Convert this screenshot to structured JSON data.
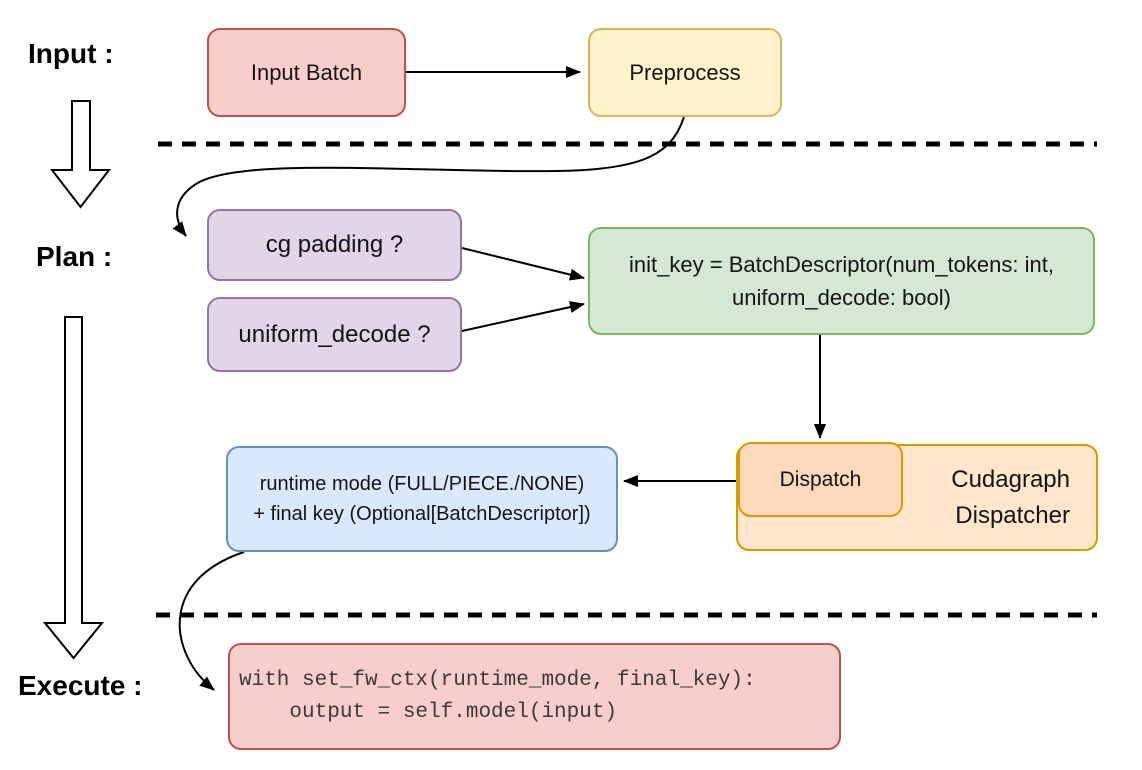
{
  "diagram": {
    "stage_labels": {
      "input": "Input :",
      "plan": "Plan :",
      "execute": "Execute :"
    },
    "nodes": {
      "input_batch": {
        "label": "Input Batch",
        "fill": "#f8cecc",
        "stroke": "#b85450"
      },
      "preprocess": {
        "label": "Preprocess",
        "fill": "#fff2cc",
        "stroke": "#d6b656"
      },
      "cg_padding": {
        "label": "cg padding ?",
        "fill": "#e1d5e7",
        "stroke": "#9673a6"
      },
      "uniform_decode": {
        "label": "uniform_decode ?",
        "fill": "#e1d5e7",
        "stroke": "#9673a6"
      },
      "init_key": {
        "line1": "init_key = BatchDescriptor(num_tokens: int,",
        "line2": "uniform_decode: bool)",
        "fill": "#d5e8d4",
        "stroke": "#82b366"
      },
      "runtime_mode": {
        "line1": "runtime mode (FULL/PIECE./NONE)",
        "line2": "+ final key (Optional[BatchDescriptor])",
        "fill": "#dae8fc",
        "stroke": "#6c8ebf"
      },
      "dispatch": {
        "label": "Dispatch",
        "fill": "#fcd8bd",
        "stroke": "#d79b00"
      },
      "cudagraph_dispatcher": {
        "line1": "Cudagraph",
        "line2": "Dispatcher",
        "fill": "#ffe6cc",
        "stroke": "#d79b00"
      },
      "execute_code": {
        "line1": "with set_fw_ctx(runtime_mode, final_key):",
        "line2": "    output = self.model(input)",
        "fill": "#f8cecc",
        "stroke": "#b85450"
      }
    },
    "separators": {
      "count": 2,
      "style": "dashed",
      "color": "#000000"
    },
    "arrow_color": "#000000"
  }
}
